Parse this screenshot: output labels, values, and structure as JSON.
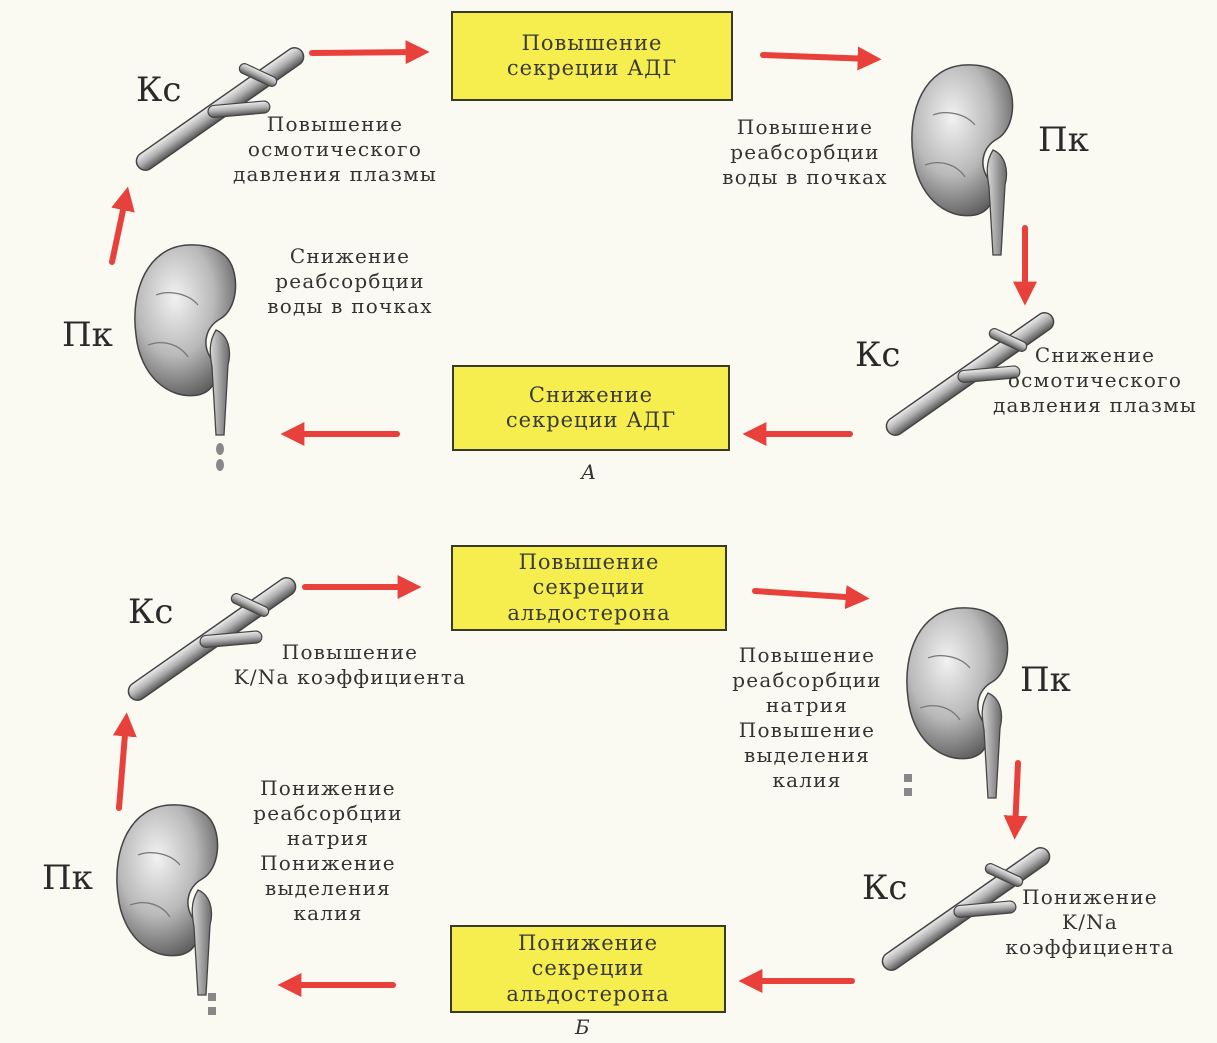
{
  "diagram_a": {
    "caption": "А",
    "box_top": "Повышение\nсекреции АДГ",
    "box_bottom": "Снижение\nсекреции АДГ",
    "vessel_tl_tag": "Кс",
    "vessel_tl_label": "Повышение\nосмотического\nдавления плазмы",
    "kidney_tr_tag": "Пк",
    "kidney_tr_label": "Повышение\nреабсорбции\nводы в почках",
    "vessel_br_tag": "Кс",
    "vessel_br_label": "Снижение\nосмотического\nдавления плазмы",
    "kidney_bl_tag": "Пк",
    "kidney_bl_label": "Снижение\nреабсорбции\nводы в почках"
  },
  "diagram_b": {
    "caption": "Б",
    "box_top": "Повышение\nсекреции\nальдостерона",
    "box_bottom": "Понижение\nсекреции\nальдостерона",
    "vessel_tl_tag": "Кс",
    "vessel_tl_label": "Повышение\nK/Na коэффициента",
    "kidney_tr_tag": "Пк",
    "kidney_tr_label": "Повышение\nреабсорбции\nнатрия\nПовышение\nвыделения\nкалия",
    "vessel_br_tag": "Кс",
    "vessel_br_label": "Понижение\nK/Na\nкоэффициента",
    "kidney_bl_tag": "Пк",
    "kidney_bl_label": "Понижение\nреабсорбции\nнатрия\nПонижение\nвыделения\nкалия"
  },
  "colors": {
    "box_fill": "#f6ee4e",
    "arrow": "#e8403a",
    "arrow_glow": "#f0a0c8",
    "organ": "#b8b8b8"
  }
}
